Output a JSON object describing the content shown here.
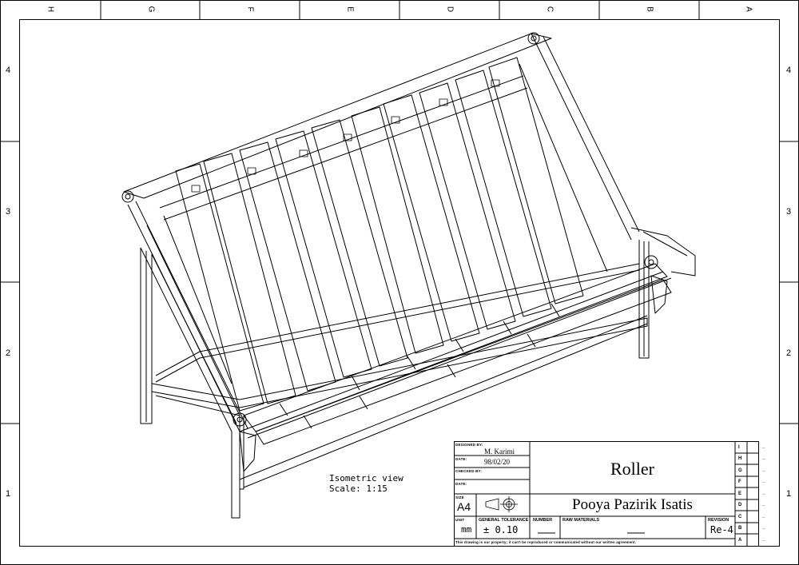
{
  "zones": {
    "columns": [
      "H",
      "G",
      "F",
      "E",
      "D",
      "C",
      "B",
      "A"
    ],
    "rows": [
      "4",
      "3",
      "2",
      "1"
    ]
  },
  "view_note": {
    "line1": "Isometric view",
    "line2": "Scale: 1:15"
  },
  "title_block": {
    "designed_by_label": "DESIGNED BY:",
    "designer": "M. Karimi",
    "date_label": "DATE:",
    "date": "98/02/20",
    "checked_by_label": "CHECKED BY:",
    "checked_date_label": "DATE:",
    "size_label": "SIZE",
    "size": "A4",
    "unit_label": "UNIT",
    "unit": "mm",
    "tolerance_label": "GENERAL TOLERANCE",
    "tolerance": "± 0.10",
    "number_label": "NUMBER",
    "raw_materials_label": "RAW MATERIALS",
    "revision_label": "REVISION",
    "revision": "Re-4",
    "drawing_title": "Roller",
    "company": "Pooya Pazirik Isatis",
    "footer_note": "This drawing is our property; it can't be reproduced or communicated without our written agreement.",
    "revision_rows": [
      {
        "letter": "I",
        "value": "_"
      },
      {
        "letter": "H",
        "value": "_"
      },
      {
        "letter": "G",
        "value": "_"
      },
      {
        "letter": "F",
        "value": "_"
      },
      {
        "letter": "E",
        "value": "_"
      },
      {
        "letter": "D",
        "value": "_"
      },
      {
        "letter": "C",
        "value": "_"
      },
      {
        "letter": "B",
        "value": "_"
      },
      {
        "letter": "A",
        "value": "_"
      }
    ]
  }
}
